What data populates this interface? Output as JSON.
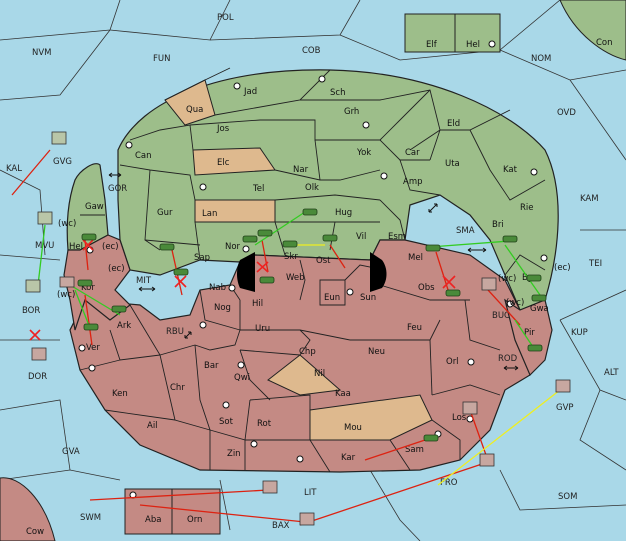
{
  "colors": {
    "sea": "#a9d8e8",
    "green_land": "#9dbe8a",
    "red_land": "#c48a84",
    "tan_land": "#deb98e",
    "border": "#222222",
    "move_red": "#dd2211",
    "move_green": "#33cc22",
    "move_yellow": "#eeee22",
    "cut_x": "#ee2222"
  },
  "seas": [
    {
      "id": "POL",
      "label": "POL"
    },
    {
      "id": "NVM",
      "label": "NVM"
    },
    {
      "id": "FUN",
      "label": "FUN"
    },
    {
      "id": "COB",
      "label": "COB"
    },
    {
      "id": "NOM",
      "label": "NOM"
    },
    {
      "id": "OVD",
      "label": "OVD"
    },
    {
      "id": "KAM",
      "label": "KAM"
    },
    {
      "id": "TEI",
      "label": "TEI"
    },
    {
      "id": "KAL",
      "label": "KAL"
    },
    {
      "id": "GOR",
      "label": "GOR"
    },
    {
      "id": "MIT",
      "label": "MIT"
    },
    {
      "id": "RBU",
      "label": "RBU"
    },
    {
      "id": "SMA",
      "label": "SMA"
    },
    {
      "id": "ROD",
      "label": "ROD"
    },
    {
      "id": "KUP",
      "label": "KUP"
    },
    {
      "id": "ALT",
      "label": "ALT"
    },
    {
      "id": "GVA",
      "label": "GVA"
    },
    {
      "id": "SOM",
      "label": "SOM"
    },
    {
      "id": "SWM",
      "label": "SWM"
    },
    {
      "id": "LIT",
      "label": "LIT"
    },
    {
      "id": "FRO",
      "label": "FRO"
    },
    {
      "id": "GVP",
      "label": "GVP"
    },
    {
      "id": "BAX",
      "label": "BAX"
    },
    {
      "id": "MVU",
      "label": "MVU"
    },
    {
      "id": "BOR",
      "label": "BOR"
    },
    {
      "id": "DOR",
      "label": "DOR"
    },
    {
      "id": "GVG",
      "label": "GVG"
    },
    {
      "id": "BUC",
      "label": "BUC"
    }
  ],
  "provinces": [
    {
      "id": "Jad",
      "label": "Jad"
    },
    {
      "id": "Sch",
      "label": "Sch"
    },
    {
      "id": "Qua",
      "label": "Qua"
    },
    {
      "id": "Jos",
      "label": "Jos"
    },
    {
      "id": "Grh",
      "label": "Grh"
    },
    {
      "id": "Eld",
      "label": "Eld"
    },
    {
      "id": "Can",
      "label": "Can"
    },
    {
      "id": "Elc",
      "label": "Elc"
    },
    {
      "id": "Nar",
      "label": "Nar"
    },
    {
      "id": "Yok",
      "label": "Yok"
    },
    {
      "id": "Car",
      "label": "Car"
    },
    {
      "id": "Uta",
      "label": "Uta"
    },
    {
      "id": "Kat",
      "label": "Kat"
    },
    {
      "id": "Tel",
      "label": "Tel"
    },
    {
      "id": "Olk",
      "label": "Olk"
    },
    {
      "id": "Amp",
      "label": "Amp"
    },
    {
      "id": "Gaw",
      "label": "Gaw"
    },
    {
      "id": "Gur",
      "label": "Gur"
    },
    {
      "id": "Lan",
      "label": "Lan"
    },
    {
      "id": "Hug",
      "label": "Hug"
    },
    {
      "id": "Rie",
      "label": "Rie"
    },
    {
      "id": "Bri",
      "label": "Bri"
    },
    {
      "id": "Esm",
      "label": "Esm"
    },
    {
      "id": "Nor",
      "label": "Nor"
    },
    {
      "id": "Vil",
      "label": "Vil"
    },
    {
      "id": "Sap",
      "label": "Sap"
    },
    {
      "id": "Skr",
      "label": "Skr"
    },
    {
      "id": "Ost",
      "label": "Ost"
    },
    {
      "id": "Mel",
      "label": "Mel"
    },
    {
      "id": "Web",
      "label": "Web"
    },
    {
      "id": "Byn",
      "label": "Byn"
    },
    {
      "id": "Hel",
      "label": "Hel"
    },
    {
      "id": "Kor",
      "label": "Kor"
    },
    {
      "id": "Nab",
      "label": "Nab"
    },
    {
      "id": "Eun",
      "label": "Eun"
    },
    {
      "id": "Obs",
      "label": "Obs"
    },
    {
      "id": "Gwa",
      "label": "Gwa"
    },
    {
      "id": "Hil",
      "label": "Hil"
    },
    {
      "id": "Sun",
      "label": "Sun"
    },
    {
      "id": "Nog",
      "label": "Nog"
    },
    {
      "id": "Ark",
      "label": "Ark"
    },
    {
      "id": "Uru",
      "label": "Uru"
    },
    {
      "id": "Feu",
      "label": "Feu"
    },
    {
      "id": "Pir",
      "label": "Pir"
    },
    {
      "id": "Ver",
      "label": "Ver"
    },
    {
      "id": "Chp",
      "label": "Chp"
    },
    {
      "id": "Neu",
      "label": "Neu"
    },
    {
      "id": "Bar",
      "label": "Bar"
    },
    {
      "id": "Qwi",
      "label": "Qwi"
    },
    {
      "id": "Orl",
      "label": "Orl"
    },
    {
      "id": "Nil",
      "label": "Nil"
    },
    {
      "id": "Ken",
      "label": "Ken"
    },
    {
      "id": "Chr",
      "label": "Chr"
    },
    {
      "id": "Kaa",
      "label": "Kaa"
    },
    {
      "id": "Ail",
      "label": "Ail"
    },
    {
      "id": "Sot",
      "label": "Sot"
    },
    {
      "id": "Rot",
      "label": "Rot"
    },
    {
      "id": "Mou",
      "label": "Mou"
    },
    {
      "id": "Los",
      "label": "Los"
    },
    {
      "id": "Zin",
      "label": "Zin"
    },
    {
      "id": "Kar",
      "label": "Kar"
    },
    {
      "id": "Sam",
      "label": "Sam"
    },
    {
      "id": "Aba",
      "label": "Aba"
    },
    {
      "id": "Orn",
      "label": "Orn"
    },
    {
      "id": "Elf",
      "label": "Elf"
    },
    {
      "id": "Helx",
      "label": "Hel"
    },
    {
      "id": "Con",
      "label": "Con"
    },
    {
      "id": "Cow",
      "label": "Cow"
    }
  ],
  "coast_tags": [
    {
      "id": "hel_ec",
      "label": "(ec)"
    },
    {
      "id": "hel_wc",
      "label": "(wc)"
    },
    {
      "id": "kor_ec",
      "label": "(ec)"
    },
    {
      "id": "kor_wc",
      "label": "(wc)"
    },
    {
      "id": "byn_ec",
      "label": "(ec)"
    },
    {
      "id": "byn_wc",
      "label": "(wc)"
    },
    {
      "id": "pir_wc",
      "label": "(wc)"
    }
  ]
}
